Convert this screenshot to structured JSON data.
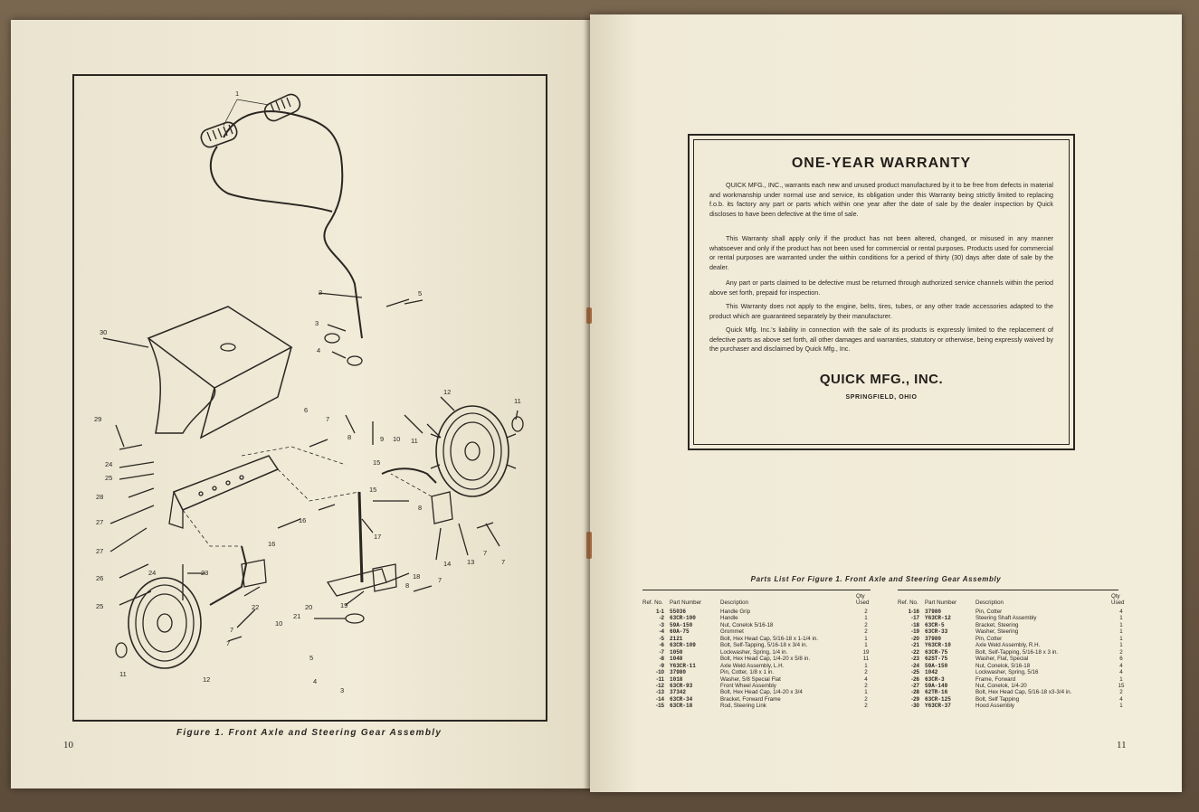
{
  "left_page": {
    "figure_caption": "Figure 1.  Front Axle and Steering Gear Assembly",
    "page_number": "10",
    "callouts": [
      "1",
      "2",
      "3",
      "4",
      "5",
      "30",
      "6",
      "7",
      "8",
      "9",
      "10",
      "11",
      "12",
      "11",
      "29",
      "24",
      "25",
      "28",
      "27",
      "27",
      "26",
      "25",
      "24",
      "23",
      "22",
      "21",
      "20",
      "19",
      "18",
      "17",
      "16",
      "16",
      "15",
      "15",
      "14",
      "13",
      "7",
      "7",
      "8",
      "10",
      "12",
      "11",
      "8",
      "7",
      "5",
      "4",
      "3",
      "7",
      "7"
    ]
  },
  "right_page": {
    "page_number": "11",
    "warranty": {
      "title": "ONE-YEAR WARRANTY",
      "paragraphs": [
        "QUICK MFG., INC., warrants each new and unused product manufactured by it to be free from defects in material and workmanship under normal use and service, its obligation under this Warranty being strictly limited to replacing f.o.b. its factory any part or parts which within one year after the date of sale by the dealer inspection by Quick discloses to have been defective at the time of sale.",
        "This Warranty shall apply only if the product has not been altered, changed, or misused in any manner whatsoever and only if the product has not been used for commercial or rental purposes. Products used for commercial or rental purposes are warranted under the within conditions for a period of thirty (30) days after date of sale by the dealer.",
        "Any part or parts claimed to be defective must be returned through authorized service channels within the period above set forth, prepaid for inspection.",
        "This Warranty does not apply to the engine, belts, tires, tubes, or any other trade accessories adapted to the product which are guaranteed separately by their manufacturer.",
        "Quick Mfg. Inc.'s liability in connection with the sale of its products is expressly limited to the replacement of defective parts as above set forth, all other damages and warranties, statutory or otherwise, being expressly waived by the purchaser and disclaimed by Quick Mfg., Inc."
      ],
      "company": "QUICK MFG., INC.",
      "city": "SPRINGFIELD, OHIO"
    },
    "parts_list": {
      "title": "Parts List For Figure 1.  Front Axle and Steering Gear Assembly",
      "headers": {
        "ref": "Ref. No.",
        "part": "Part Number",
        "desc": "Description",
        "qty": "Qty Used"
      },
      "left_rows": [
        [
          "1-1",
          "55036",
          "Handle Grip",
          "2"
        ],
        [
          "-2",
          "63CR-100",
          "Handle",
          "1"
        ],
        [
          "-3",
          "59A-150",
          "Nut, Conelok 5/16-18",
          "2"
        ],
        [
          "-4",
          "60A-75",
          "Grommet",
          "2"
        ],
        [
          "-5",
          "2121",
          "Bolt, Hex Head Cap, 5/16-18 x 1-1/4 in.",
          "1"
        ],
        [
          "-6",
          "63CR-109",
          "Bolt, Self-Tapping, 5/16-18 x 3/4 in.",
          "1"
        ],
        [
          "-7",
          "1050",
          "Lockwasher, Spring, 1/4 in.",
          "19"
        ],
        [
          "-8",
          "1048",
          "Bolt, Hex Head Cap, 1/4-20 x 5/8 in.",
          "11"
        ],
        [
          "-9",
          "Y63CR-11",
          "Axle Weld Assembly, L.H.",
          "1"
        ],
        [
          "-10",
          "37980",
          "Pin, Cotter, 1/8 x 1 in.",
          "2"
        ],
        [
          "-11",
          "1018",
          "Washer, 5/8 Special Flat",
          "4"
        ],
        [
          "-12",
          "63CR-93",
          "Front Wheel Assembly",
          "2"
        ],
        [
          "-13",
          "37342",
          "Bolt, Hex Head Cap, 1/4-20 x 3/4",
          "1"
        ],
        [
          "-14",
          "63CR-34",
          "Bracket, Forward Frame",
          "2"
        ],
        [
          "-15",
          "63CR-18",
          "Rod, Steering Link",
          "2"
        ]
      ],
      "right_rows": [
        [
          "1-16",
          "37980",
          "Pin, Cotter",
          "4"
        ],
        [
          "-17",
          "Y63CR-12",
          "Steering Shaft Assembly",
          "1"
        ],
        [
          "-18",
          "63CR-5",
          "Bracket, Steering",
          "1"
        ],
        [
          "-19",
          "63CR-33",
          "Washer, Steering",
          "1"
        ],
        [
          "-20",
          "37980",
          "Pin, Cotter",
          "1"
        ],
        [
          "-21",
          "Y63CR-10",
          "Axle Weld Assembly, R.H.",
          "1"
        ],
        [
          "-22",
          "63CR-75",
          "Bolt, Self-Tapping, 5/16-18 x 3 in.",
          "2"
        ],
        [
          "-23",
          "62ST-75",
          "Washer, Flat, Special",
          "6"
        ],
        [
          "-24",
          "59A-150",
          "Nut, Conelok, 5/16-18",
          "4"
        ],
        [
          "-25",
          "1042",
          "Lockwasher, Spring, 5/16",
          "4"
        ],
        [
          "-26",
          "63CR-3",
          "Frame, Forward",
          "1"
        ],
        [
          "-27",
          "59A-149",
          "Nut, Conelok, 1/4-20",
          "15"
        ],
        [
          "-28",
          "62TR-16",
          "Bolt, Hex Head Cap, 5/16-18 x3-3/4 in.",
          "2"
        ],
        [
          "-29",
          "63CR-125",
          "Bolt, Self Tapping",
          "4"
        ],
        [
          "-30",
          "Y63CR-37",
          "Hood Assembly",
          "1"
        ]
      ]
    }
  }
}
